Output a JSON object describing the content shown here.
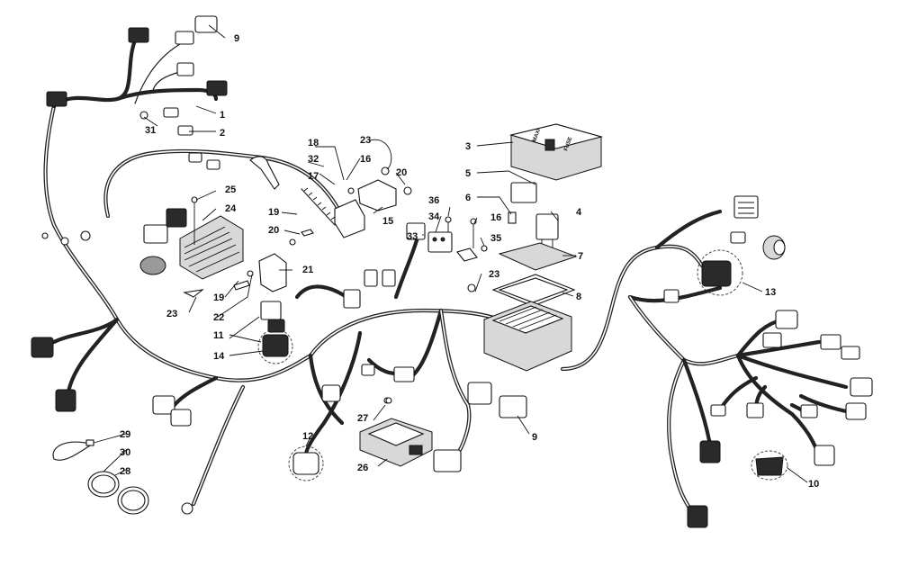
{
  "diagram": {
    "callouts": {
      "c1": "1",
      "c2": "2",
      "c3": "3",
      "c4": "4",
      "c5": "5",
      "c6": "6",
      "c7": "7",
      "c8": "8",
      "c9a": "9",
      "c9b": "9",
      "c10": "10",
      "c11": "11",
      "c12": "12",
      "c13": "13",
      "c14": "14",
      "c15": "15",
      "c16a": "16",
      "c16b": "16",
      "c17": "17",
      "c18": "18",
      "c19a": "19",
      "c19b": "19",
      "c20a": "20",
      "c20b": "20",
      "c21": "21",
      "c22": "22",
      "c23a": "23",
      "c23b": "23",
      "c23c": "23",
      "c24": "24",
      "c25": "25",
      "c26": "26",
      "c27": "27",
      "c28": "28",
      "c29": "29",
      "c30": "30",
      "c31": "31",
      "c32": "32",
      "c33": "33",
      "c34": "34",
      "c35": "35",
      "c36": "36"
    },
    "fuse_box_cover_text": [
      "MAXI",
      "FUSE"
    ]
  }
}
